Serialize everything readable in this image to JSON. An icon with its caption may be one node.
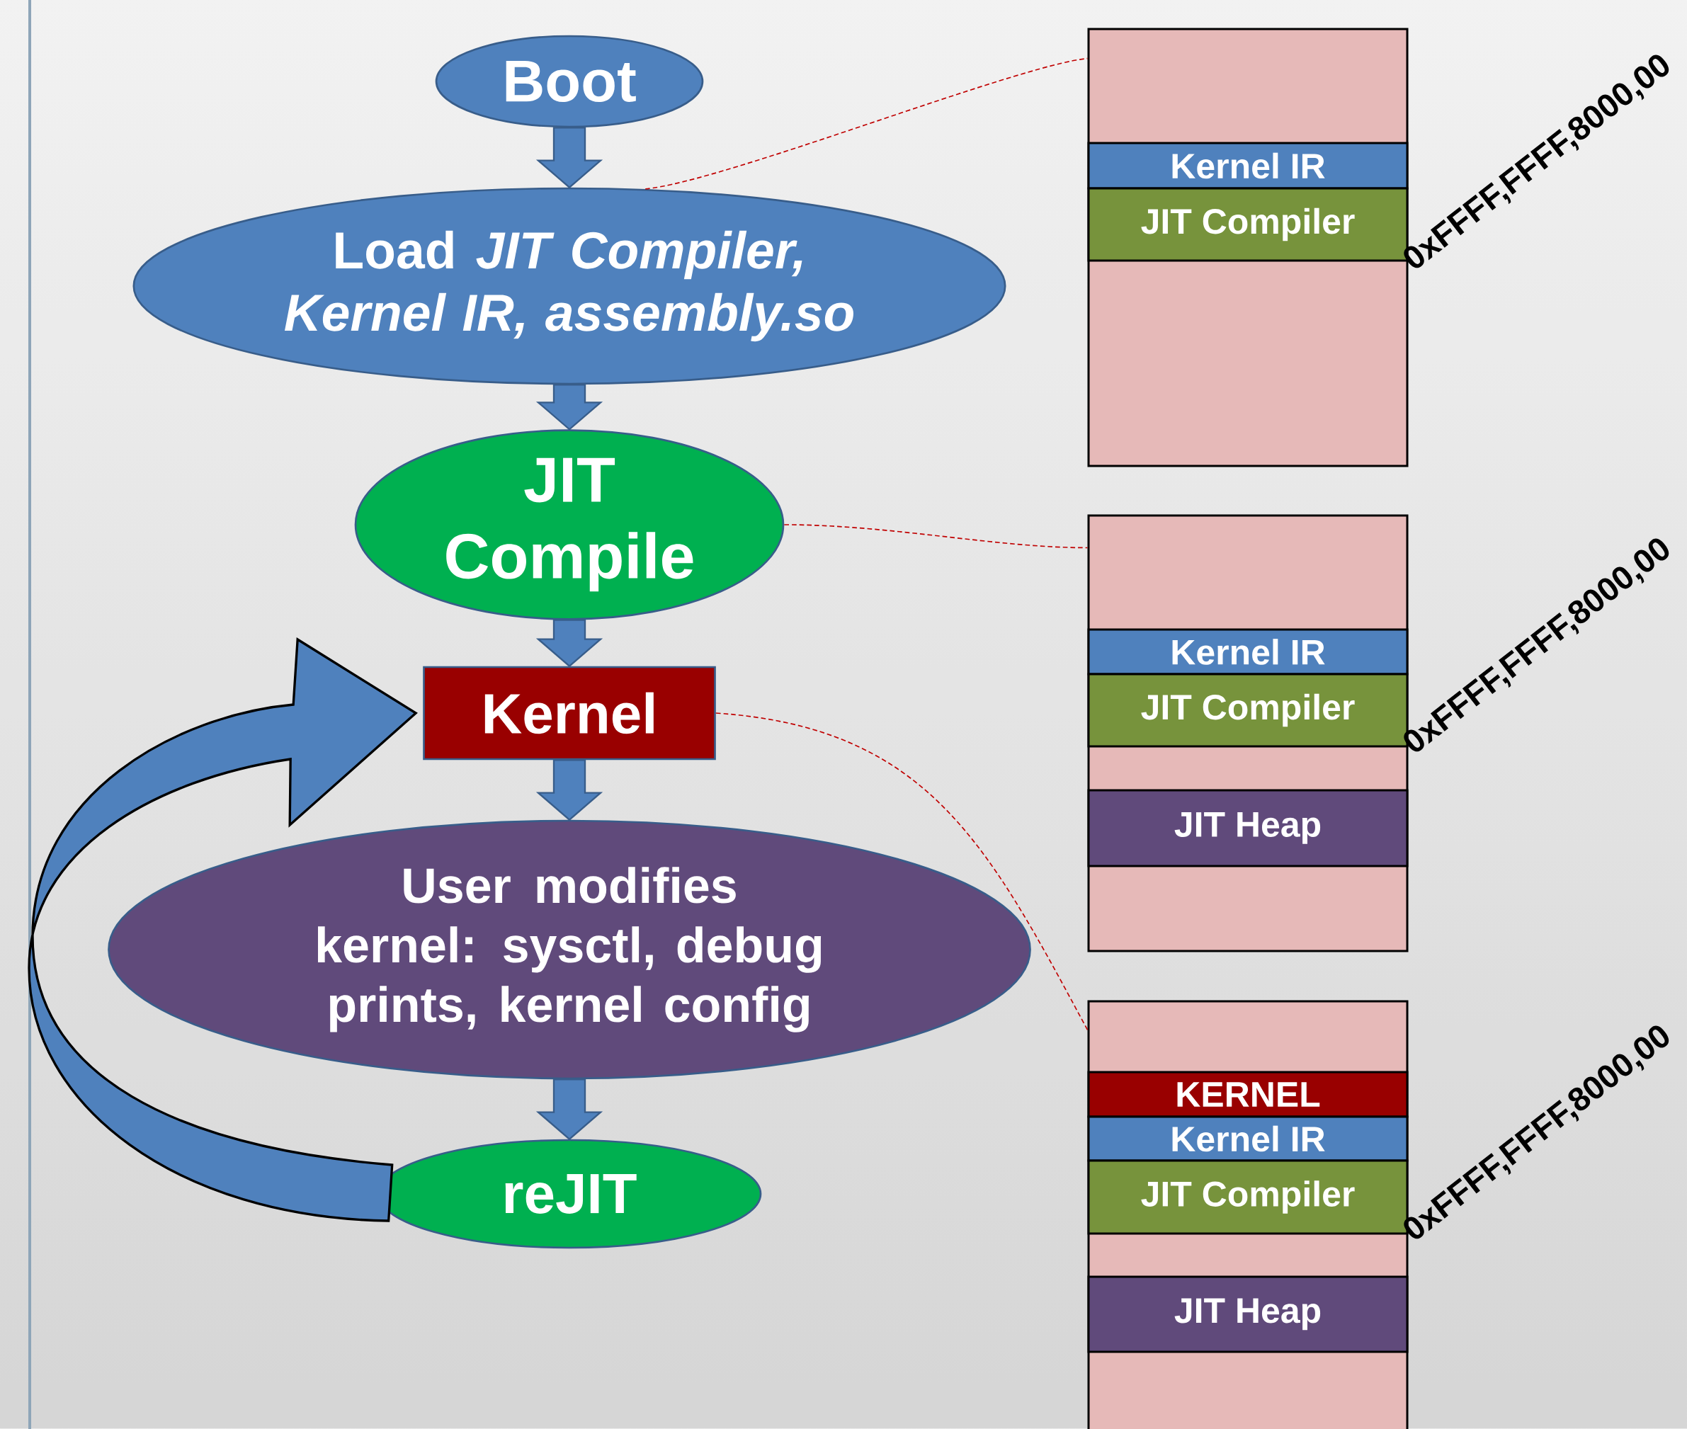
{
  "diagram": {
    "nodes": [
      {
        "text": [
          "Boot"
        ]
      },
      {
        "text": [
          "Load *JIT Compiler, Kernel IR, assembly.so*"
        ]
      },
      {
        "text": [
          "JIT Compile"
        ]
      },
      {
        "text": [
          "Kernel"
        ]
      },
      {
        "text": [
          "User modifies kernel: sysctl, debug prints, kernel config"
        ]
      },
      {
        "text": [
          "reJIT"
        ]
      },
      {
        "text": [],
        "shape": "box"
      },
      {
        "text": [
          "Kernel IR"
        ],
        "in": 6
      },
      {
        "text": [
          "JIT Compiler"
        ],
        "in": 6
      },
      {
        "text": [],
        "shape": "box"
      },
      {
        "text": [
          "Kernel IR"
        ],
        "in": 9
      },
      {
        "text": [
          "JIT Compiler"
        ],
        "in": 9
      },
      {
        "text": [
          "JIT Heap"
        ],
        "in": 9
      },
      {
        "text": [],
        "shape": "box"
      },
      {
        "text": [
          "KERNEL"
        ],
        "in": 13
      },
      {
        "text": [
          "Kernel IR"
        ],
        "in": 13
      },
      {
        "text": [
          "JIT Compiler"
        ],
        "in": 13
      },
      {
        "text": [
          "JIT Heap"
        ],
        "in": 13
      }
    ],
    "edges": [
      {
        "from": 0,
        "to": 1,
        "arrow": "to"
      },
      {
        "from": 1,
        "to": 2,
        "arrow": "to"
      },
      {
        "from": 2,
        "to": 3,
        "arrow": "to"
      },
      {
        "from": 3,
        "to": 4,
        "arrow": "to"
      },
      {
        "from": 4,
        "to": 5,
        "arrow": "to"
      },
      {
        "from": 5,
        "to": 3,
        "arrow": "to",
        "style": "thick"
      },
      {
        "from": 1,
        "to": 6,
        "arrow": "none",
        "style": "dashed",
        "color": "#c00000"
      },
      {
        "from": 2,
        "to": 9,
        "arrow": "none",
        "style": "dashed",
        "color": "#c00000"
      },
      {
        "from": 3,
        "to": 13,
        "arrow": "none",
        "style": "dashed",
        "color": "#c00000"
      }
    ],
    "labels": [
      "0xFFFF,FFFF,8000,00",
      "0xFFFF,FFFF,8000,00",
      "0xFFFF,FFFF,8000,00"
    ]
  }
}
